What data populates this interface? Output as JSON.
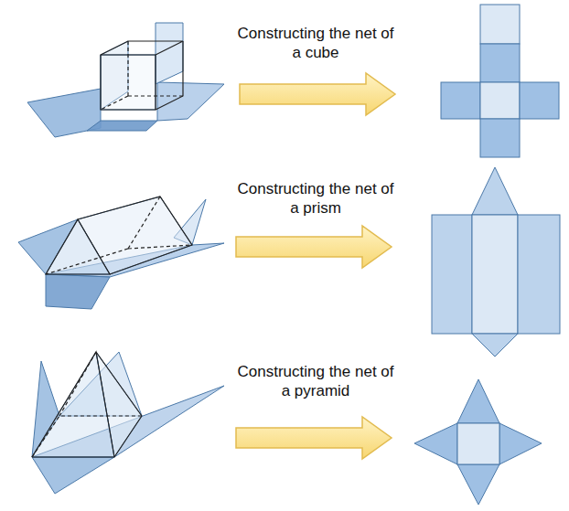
{
  "diagram": {
    "labels": [
      "Constructing the net of a cube",
      "Constructing the net of a prism",
      "Constructing the net of a pyramid"
    ]
  }
}
